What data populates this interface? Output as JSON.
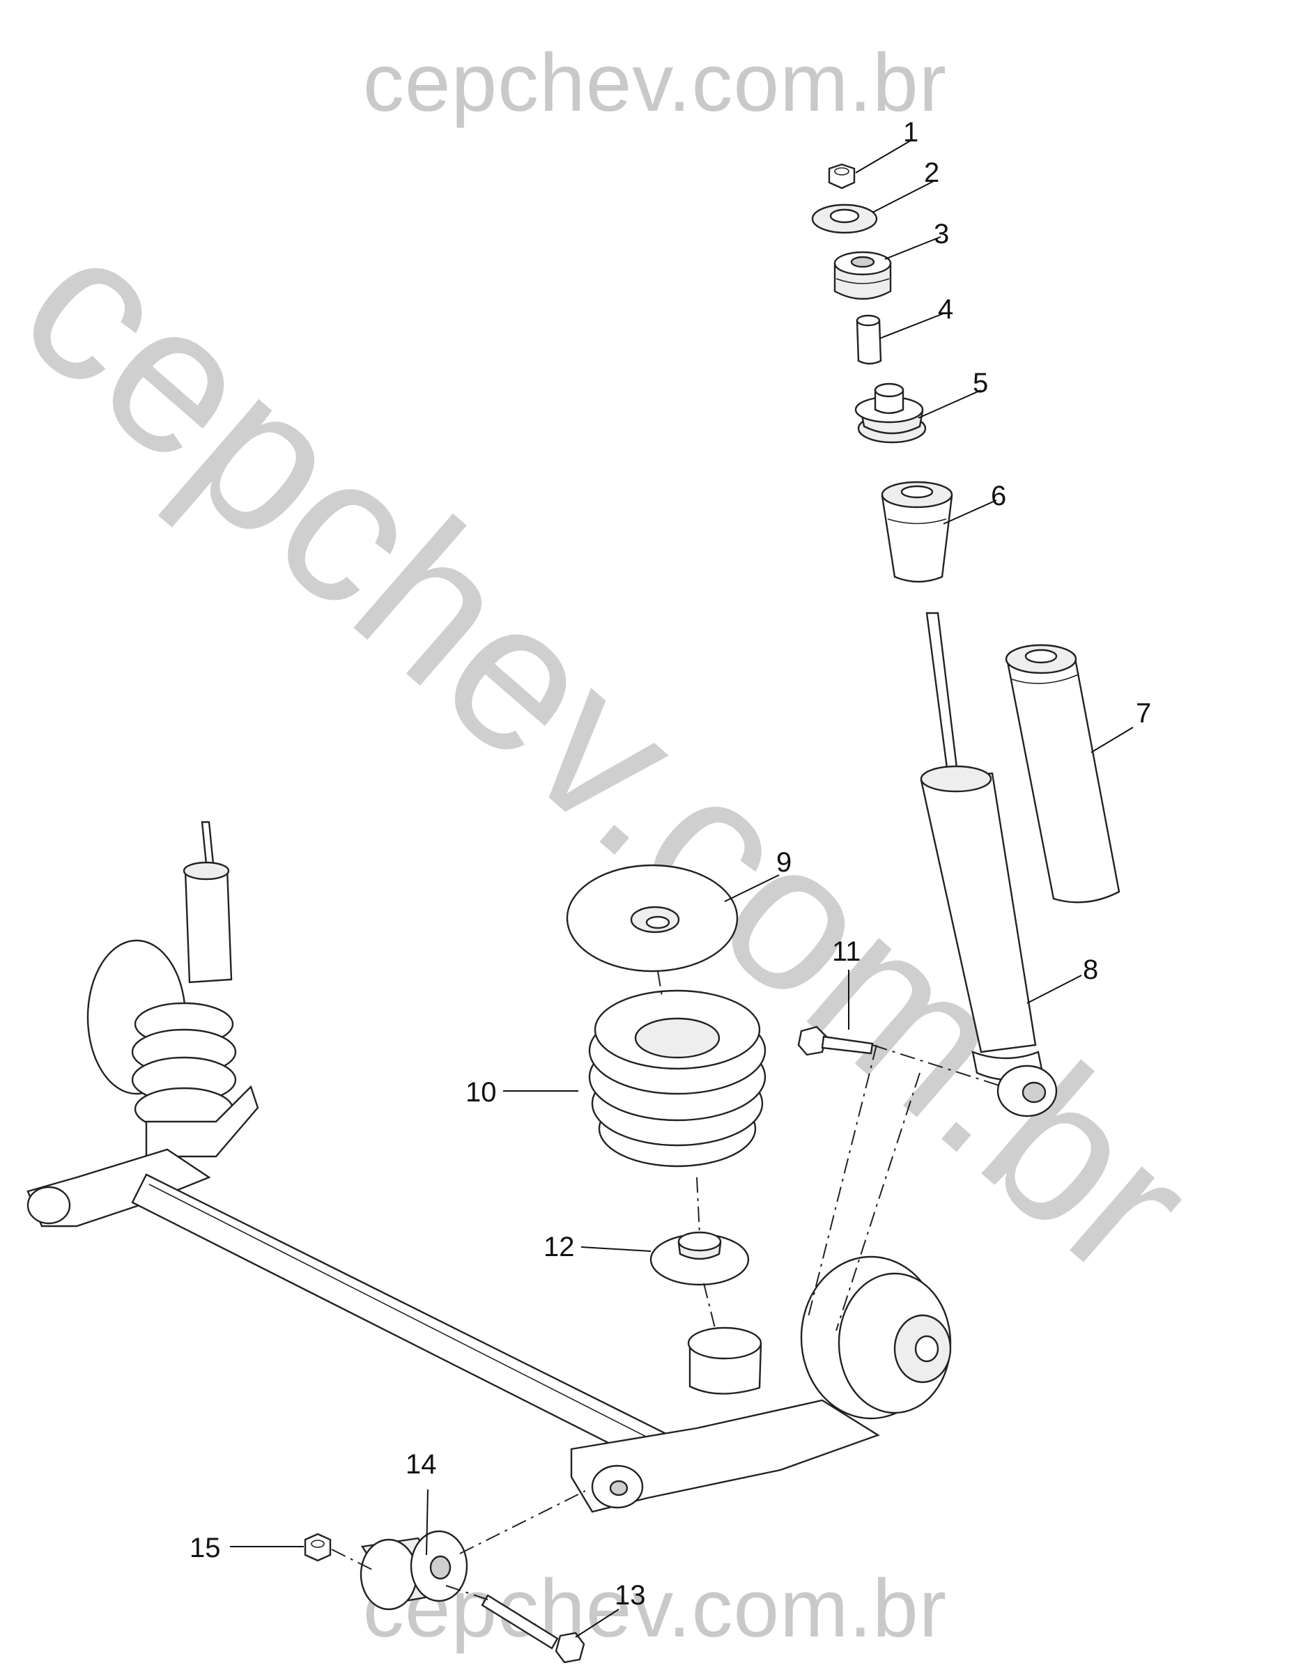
{
  "watermark": {
    "top": "cepchev.com.br",
    "bottom": "cepchev.com.br",
    "diagonal": "cepchev.com.br"
  },
  "callouts": {
    "c1": "1",
    "c2": "2",
    "c3": "3",
    "c4": "4",
    "c5": "5",
    "c6": "6",
    "c7": "7",
    "c8": "8",
    "c9": "9",
    "c10": "10",
    "c11": "11",
    "c12": "12",
    "c13": "13",
    "c14": "14",
    "c15": "15"
  }
}
